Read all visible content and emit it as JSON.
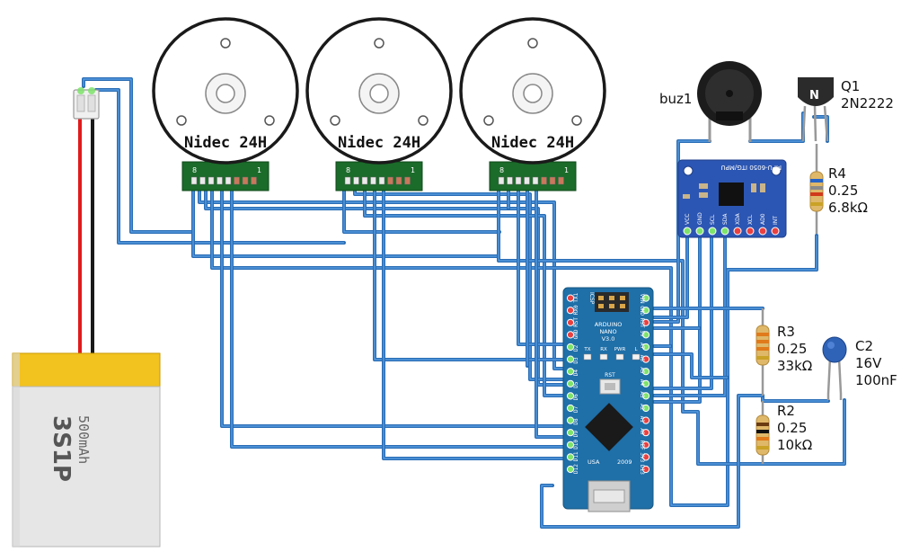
{
  "motors": [
    {
      "label": "Nidec 24H",
      "pin_left": "8",
      "pin_right": "1"
    },
    {
      "label": "Nidec 24H",
      "pin_left": "8",
      "pin_right": "1"
    },
    {
      "label": "Nidec 24H",
      "pin_left": "8",
      "pin_right": "1"
    }
  ],
  "buzzer": {
    "label": "buz1"
  },
  "transistor": {
    "ref": "Q1",
    "part": "2N2222",
    "mark": "N"
  },
  "resistors": {
    "r4": {
      "ref": "R4",
      "power": "0.25",
      "value": "6.8kΩ"
    },
    "r3": {
      "ref": "R3",
      "power": "0.25",
      "value": "33kΩ"
    },
    "r2": {
      "ref": "R2",
      "power": "0.25",
      "value": "10kΩ"
    }
  },
  "capacitor": {
    "ref": "C2",
    "voltage": "16V",
    "value": "100nF"
  },
  "battery": {
    "capacity": "500mAh",
    "config": "3S1P"
  },
  "mpu": {
    "title": "MPU-6050 ITG/MPU",
    "pins": [
      "VCC",
      "GND",
      "SCL",
      "SDA",
      "XDA",
      "XCL",
      "AD0",
      "INT"
    ]
  },
  "nano": {
    "title_line1": "ARDUINO",
    "title_line2": "NANO",
    "title_line3": "V3.0",
    "icsp": "ICSP",
    "rst": "RST",
    "usa": "USA",
    "year": "2009",
    "leds": [
      "TX",
      "RX",
      "PWR",
      "L"
    ],
    "left_pins": [
      "D12",
      "D11",
      "D10",
      "D9",
      "D8",
      "D7",
      "D6",
      "D5",
      "D4",
      "D3",
      "D2",
      "GND",
      "RST",
      "RX0",
      "TX1"
    ],
    "right_pins": [
      "D13",
      "3V3",
      "REF",
      "A0",
      "A1",
      "A2",
      "A3",
      "A4",
      "A5",
      "A6",
      "A7",
      "5V",
      "RST",
      "GND",
      "VIN"
    ]
  }
}
